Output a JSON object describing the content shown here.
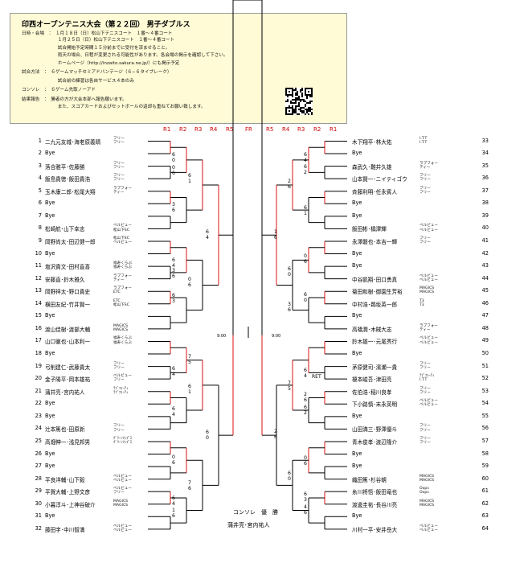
{
  "title": "印西オープンテニス大会（第２２回） 男子ダブルス",
  "info": [
    "日時・会場　：　１月１８日（日）松山下テニスコート　１番〜４番コート",
    "　　　　　　　　１月２５日（日）松山下テニスコート　１番〜４番コート",
    "　　　　　　　　試合開始予定時間１５分前までに受付を済ませること。",
    "　　　　　　　　雨天の場合、日程が変更される可能性があります。各会場の掲示を確認して下さい。",
    "　　　　　　　　ホームページ（http://inzaito.sakura.ne.jp/）にも掲示予定",
    "試合方法　：　６ゲームマッチセミアドバンテージ（６−６タイブレーク）",
    "　　　　　　　　試合前の練習は各自サービス４本のみ",
    "コンソレ　：　６ゲーム先取ノーアド",
    "結果報告　：　勝者の方が大会本部へ報告願います。",
    "　　　　　　　　また、スコアカードおよびセットボールの返却も重ねてお願い致します。"
  ],
  "rounds": [
    "R1",
    "R2",
    "R3",
    "R4",
    "R5",
    "FR",
    "R5",
    "R4",
    "R3",
    "R2",
    "R1"
  ],
  "left": [
    {
      "n": "1",
      "name": "二九元友城･海老原義晴",
      "club": [
        "フリー",
        "フリー"
      ]
    },
    {
      "n": "2",
      "name": "Bye",
      "club": []
    },
    {
      "n": "3",
      "name": "落合雅平･佐藤勝",
      "club": [
        "フリー",
        "フリー"
      ]
    },
    {
      "n": "4",
      "name": "飯島貴徳･飯田貴浩",
      "club": [
        "フリー",
        "フリー"
      ]
    },
    {
      "n": "5",
      "name": "玉木康二郎･松尾大翔",
      "club": [
        "ラブフォー",
        "ティー"
      ]
    },
    {
      "n": "6",
      "name": "Bye",
      "club": []
    },
    {
      "n": "7",
      "name": "Bye",
      "club": []
    },
    {
      "n": "8",
      "name": "松崎航･山下幸志",
      "club": [
        "ベルビュー",
        "松山下SC"
      ]
    },
    {
      "n": "9",
      "name": "岡野尚太･田辺健一郎",
      "club": [
        "松山下SC",
        "ベルビュー"
      ]
    },
    {
      "n": "10",
      "name": "Bye",
      "club": []
    },
    {
      "n": "11",
      "name": "塩沢貴文･田村直喜",
      "club": [
        "福寿くらぶ",
        "福寿くらぶ"
      ]
    },
    {
      "n": "12",
      "name": "安藤直･鈴木雅久",
      "club": [
        "ラブフォー",
        "ティー"
      ]
    },
    {
      "n": "13",
      "name": "岡野祥太･野口貴史",
      "club": [
        "ラブフォー",
        "ETC"
      ]
    },
    {
      "n": "14",
      "name": "横田友紀･竹井賢一",
      "club": [
        "ETC",
        "松山下SC"
      ]
    },
    {
      "n": "15",
      "name": "Bye",
      "club": []
    },
    {
      "n": "16",
      "name": "渡山佳樹･渡部大輔",
      "club": [
        "MAGICS",
        "MAGICS"
      ]
    },
    {
      "n": "17",
      "name": "山口徹也･山本利一",
      "club": [
        "福寿くらぶ",
        "福寿くらぶ"
      ]
    },
    {
      "n": "18",
      "name": "Bye",
      "club": []
    },
    {
      "n": "19",
      "name": "弓削建仁･武藤貴太",
      "club": [
        "フリー",
        "フリー"
      ]
    },
    {
      "n": "20",
      "name": "金子陽平･岡本雄祐",
      "club": [
        "ベルビュー",
        "フリー"
      ]
    },
    {
      "n": "21",
      "name": "蒲井亮･宮内祐人",
      "club": [
        "ﾗﾌﾞﾌｫｰﾃｨ",
        "ﾗﾌﾞﾌｫｰﾃｨ"
      ]
    },
    {
      "n": "22",
      "name": "Bye",
      "club": []
    },
    {
      "n": "23",
      "name": "Bye",
      "club": []
    },
    {
      "n": "24",
      "name": "辻本篤也･田原新",
      "club": [
        "フリー",
        "フリー"
      ]
    },
    {
      "n": "25",
      "name": "高畑伸一･浅見邦男",
      "club": [
        "ｸﾞﾘｰﾝﾘｯﾌﾟｽ",
        "ｸﾞﾘｰﾝﾘｯﾌﾟｽ"
      ]
    },
    {
      "n": "26",
      "name": "Bye",
      "club": []
    },
    {
      "n": "27",
      "name": "Bye",
      "club": []
    },
    {
      "n": "28",
      "name": "平良洋輔･山下毅",
      "club": [
        "ベルビュー",
        "ベルビュー"
      ]
    },
    {
      "n": "29",
      "name": "平賀大輔･上野文彦",
      "club": [
        "ベルビュー",
        "フリー"
      ]
    },
    {
      "n": "30",
      "name": "小暮淳斗･上神谷破介",
      "club": [
        "MAGICS",
        "MAGICS"
      ]
    },
    {
      "n": "31",
      "name": "Bye",
      "club": []
    },
    {
      "n": "32",
      "name": "藤田字･中川智満",
      "club": [
        "ベルビュー",
        "ベルビュー"
      ]
    }
  ],
  "right": [
    {
      "n": "33",
      "name": "木下翔平･林大佑",
      "club": [
        "I.T.T",
        "I.T.T"
      ]
    },
    {
      "n": "34",
      "name": "Bye",
      "club": []
    },
    {
      "n": "35",
      "name": "森武久･難井久雄",
      "club": [
        "ラブフォー",
        "ティー"
      ]
    },
    {
      "n": "36",
      "name": "山本賢一･ニイティゴウ",
      "club": [
        "フリー",
        "フリー"
      ]
    },
    {
      "n": "37",
      "name": "斉藤利明･任永賓人",
      "club": [
        "フリー",
        "フリー"
      ]
    },
    {
      "n": "38",
      "name": "Bye",
      "club": []
    },
    {
      "n": "39",
      "name": "Bye",
      "club": []
    },
    {
      "n": "40",
      "name": "飯田彬･橋澤輝",
      "club": [
        "ベルビュー",
        "ベルビュー"
      ]
    },
    {
      "n": "41",
      "name": "永澤磐也･本吉一輝",
      "club": [
        "フリー",
        "フリー"
      ]
    },
    {
      "n": "42",
      "name": "Bye",
      "club": []
    },
    {
      "n": "43",
      "name": "Bye",
      "club": []
    },
    {
      "n": "44",
      "name": "中谷凱翔･田口勇真",
      "club": [
        "ベルビュー",
        "ベルビュー"
      ]
    },
    {
      "n": "45",
      "name": "菊田和樹･御園生芳裕",
      "club": [
        "MAGICS",
        "MAGICS"
      ]
    },
    {
      "n": "46",
      "name": "中村浩･鵜坂英一郎",
      "club": [
        "T3",
        "T3"
      ]
    },
    {
      "n": "47",
      "name": "Bye",
      "club": []
    },
    {
      "n": "48",
      "name": "高橋潤･木賊大志",
      "club": [
        "ラブフォー",
        "ティー"
      ]
    },
    {
      "n": "49",
      "name": "鈴木雄一･元尾秀行",
      "club": [
        "ベルビュー",
        "ベルビュー"
      ]
    },
    {
      "n": "50",
      "name": "Bye",
      "club": []
    },
    {
      "n": "51",
      "name": "茅原健司･濱瀬一貴",
      "club": [
        "フリー",
        "フリー"
      ]
    },
    {
      "n": "52",
      "name": "榎本峻吾･津田亮",
      "club": [
        "ﾗﾌﾞﾌｫｰﾃｨ",
        "I.T.T"
      ]
    },
    {
      "n": "53",
      "name": "佐伯浩･稲川良孝",
      "club": [
        "フリー",
        "フリー"
      ]
    },
    {
      "n": "54",
      "name": "下小路慎･末永英明",
      "club": [
        "ベルビュー",
        "ベルビュー"
      ]
    },
    {
      "n": "55",
      "name": "Bye",
      "club": []
    },
    {
      "n": "56",
      "name": "山田満三･野澤優斗",
      "club": [
        "フリー",
        "フリー"
      ]
    },
    {
      "n": "57",
      "name": "青木俊孝･渡辺隆介",
      "club": [
        "フリー",
        "フリー"
      ]
    },
    {
      "n": "58",
      "name": "Bye",
      "club": []
    },
    {
      "n": "59",
      "name": "Bye",
      "club": []
    },
    {
      "n": "60",
      "name": "織田篤･杉谷朝",
      "club": [
        "MAGICS",
        "MAGICS"
      ]
    },
    {
      "n": "61",
      "name": "糸川将悟･飯田竜也",
      "club": [
        "Oops",
        "Oops"
      ]
    },
    {
      "n": "62",
      "name": "渡邊圭祐･長谷川亮",
      "club": [
        "MAGICS",
        "MAGICS"
      ]
    },
    {
      "n": "63",
      "name": "Bye",
      "club": []
    },
    {
      "n": "64",
      "name": "川村一平･安井岳大",
      "club": [
        "ベルビュー",
        "ベルビュー"
      ]
    }
  ],
  "times": [
    "9:00",
    "9:00"
  ],
  "ret": "RET",
  "consolation": {
    "label": "コンソレ　優　勝",
    "winner": "蒲井亮･宮内祐人"
  },
  "scores": [
    {
      "s": "R2",
      "t": "6\n0",
      "side": "L",
      "top": "190"
    },
    {
      "s": "R2",
      "t": "0\n6",
      "side": "L",
      "top": "206"
    },
    {
      "s": "R2",
      "t": "3\n6",
      "side": "L",
      "top": "252"
    },
    {
      "s": "R2",
      "t": "6\n4",
      "side": "L",
      "top": "321"
    },
    {
      "s": "R2",
      "t": "3\n6",
      "side": "L",
      "top": "334"
    },
    {
      "s": "R2",
      "t": "6\n3",
      "side": "L",
      "top": "365"
    },
    {
      "s": "R2",
      "t": "6\n4",
      "side": "L",
      "top": "456"
    },
    {
      "s": "R2",
      "t": "6\n4",
      "side": "L",
      "top": "506"
    },
    {
      "s": "R2",
      "t": "0\n6",
      "side": "L",
      "top": "566"
    },
    {
      "s": "R2",
      "t": "6\n4",
      "side": "L",
      "top": "617"
    },
    {
      "s": "R2",
      "t": "1\n6",
      "side": "L",
      "top": "632"
    },
    {
      "s": "R3",
      "t": "6\n1",
      "side": "L",
      "top": "216"
    },
    {
      "s": "R3",
      "t": "0\n6",
      "side": "L",
      "top": "345"
    },
    {
      "s": "R3",
      "t": "7\n5",
      "side": "L",
      "top": "441"
    },
    {
      "s": "R3",
      "t": "6\n1",
      "side": "L",
      "top": "478"
    },
    {
      "s": "R3",
      "t": "7\n6",
      "side": "L",
      "top": "598"
    },
    {
      "s": "R4",
      "t": "6\n4",
      "side": "L",
      "top": "286"
    },
    {
      "s": "R4",
      "t": "6\n0",
      "side": "L",
      "top": "535"
    },
    {
      "s": "R2",
      "t": "6\n4",
      "side": "R",
      "top": "190"
    },
    {
      "s": "R2",
      "t": "6\n2",
      "side": "R",
      "top": "205"
    },
    {
      "s": "R2",
      "t": "6\n1",
      "side": "R",
      "top": "256"
    },
    {
      "s": "R2",
      "t": "0\n6",
      "side": "R",
      "top": "316"
    },
    {
      "s": "R2",
      "t": "6\n0",
      "side": "R",
      "top": "364"
    },
    {
      "s": "R2",
      "t": "6\n4",
      "side": "R",
      "top": "458"
    },
    {
      "s": "R2",
      "t": "2\n6",
      "side": "R",
      "top": "488"
    },
    {
      "s": "R2",
      "t": "6\n2",
      "side": "R",
      "top": "504"
    },
    {
      "s": "R2",
      "t": "0\n6",
      "side": "R",
      "top": "567"
    },
    {
      "s": "R2",
      "t": "6\n3",
      "side": "R",
      "top": "612"
    },
    {
      "s": "R2",
      "t": "4\n6",
      "side": "R",
      "top": "628"
    },
    {
      "s": "R3",
      "t": "2\n6",
      "side": "R",
      "top": "223"
    },
    {
      "s": "R3",
      "t": "6\n0",
      "side": "R",
      "top": "332"
    },
    {
      "s": "R3",
      "t": "3\n6",
      "side": "R",
      "top": "376"
    },
    {
      "s": "R3",
      "t": "7\n5",
      "side": "R",
      "top": "474"
    },
    {
      "s": "R3",
      "t": "6\n0",
      "side": "R",
      "top": "586"
    },
    {
      "s": "R4",
      "t": "1\n6",
      "side": "R",
      "top": "286"
    },
    {
      "s": "R4",
      "t": "2\n6",
      "side": "R",
      "top": "534"
    }
  ]
}
